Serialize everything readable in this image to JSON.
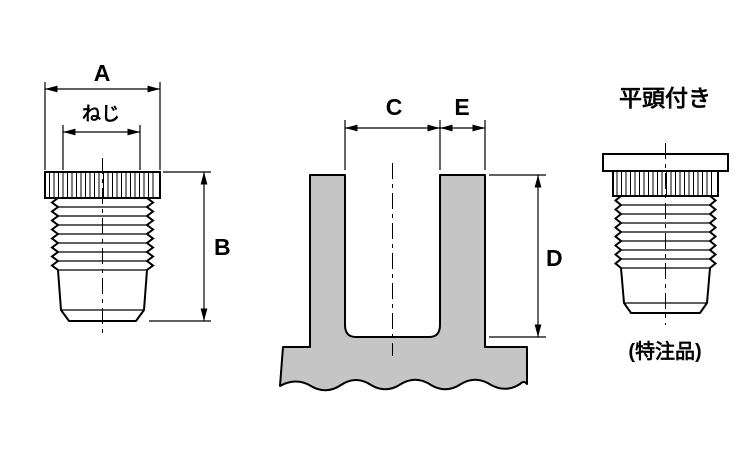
{
  "drawing": {
    "left_view": {
      "width_label": "A",
      "thread_label": "ねじ",
      "height_label": "B"
    },
    "section_view": {
      "inner_width_label": "C",
      "wall_label": "E",
      "depth_label": "D"
    },
    "right_view": {
      "title": "平頭付き",
      "note": "(特注品)"
    }
  },
  "colors": {
    "section_fill": "#c5c5c5",
    "line": "#000000",
    "background": "#ffffff"
  }
}
